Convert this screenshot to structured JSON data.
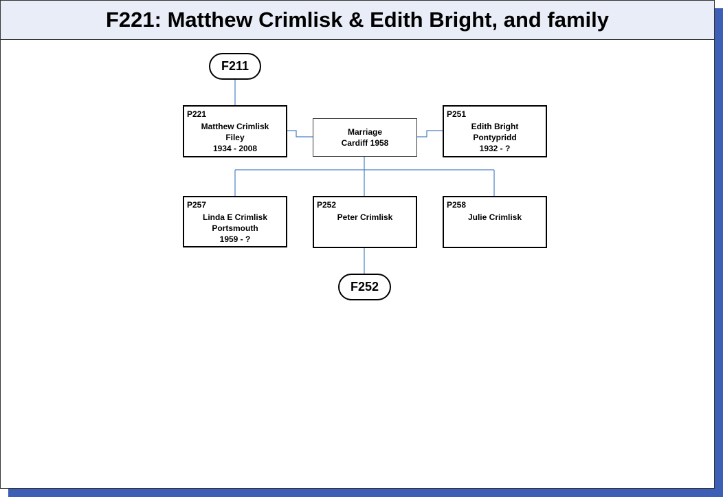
{
  "header": {
    "title": "F221: Matthew Crimlisk & Edith Bright, and family"
  },
  "colors": {
    "shadow": "#3d5fb5",
    "header_bg": "#e9edf7",
    "connector": "#4a7fc1"
  },
  "families": {
    "parent": "F211",
    "child": "F252"
  },
  "marriage": {
    "line1": "Marriage",
    "line2": "Cardiff 1958"
  },
  "people": {
    "p221": {
      "id": "P221",
      "name": "Matthew Crimlisk",
      "place": "Filey",
      "dates": "1934 - 2008"
    },
    "p251": {
      "id": "P251",
      "name": "Edith Bright",
      "place": "Pontypridd",
      "dates": "1932 - ?"
    },
    "p257": {
      "id": "P257",
      "name": "Linda E Crimlisk",
      "place": "Portsmouth",
      "dates": "1959 - ?"
    },
    "p252": {
      "id": "P252",
      "name": "Peter Crimlisk"
    },
    "p258": {
      "id": "P258",
      "name": "Julie Crimlisk"
    }
  }
}
